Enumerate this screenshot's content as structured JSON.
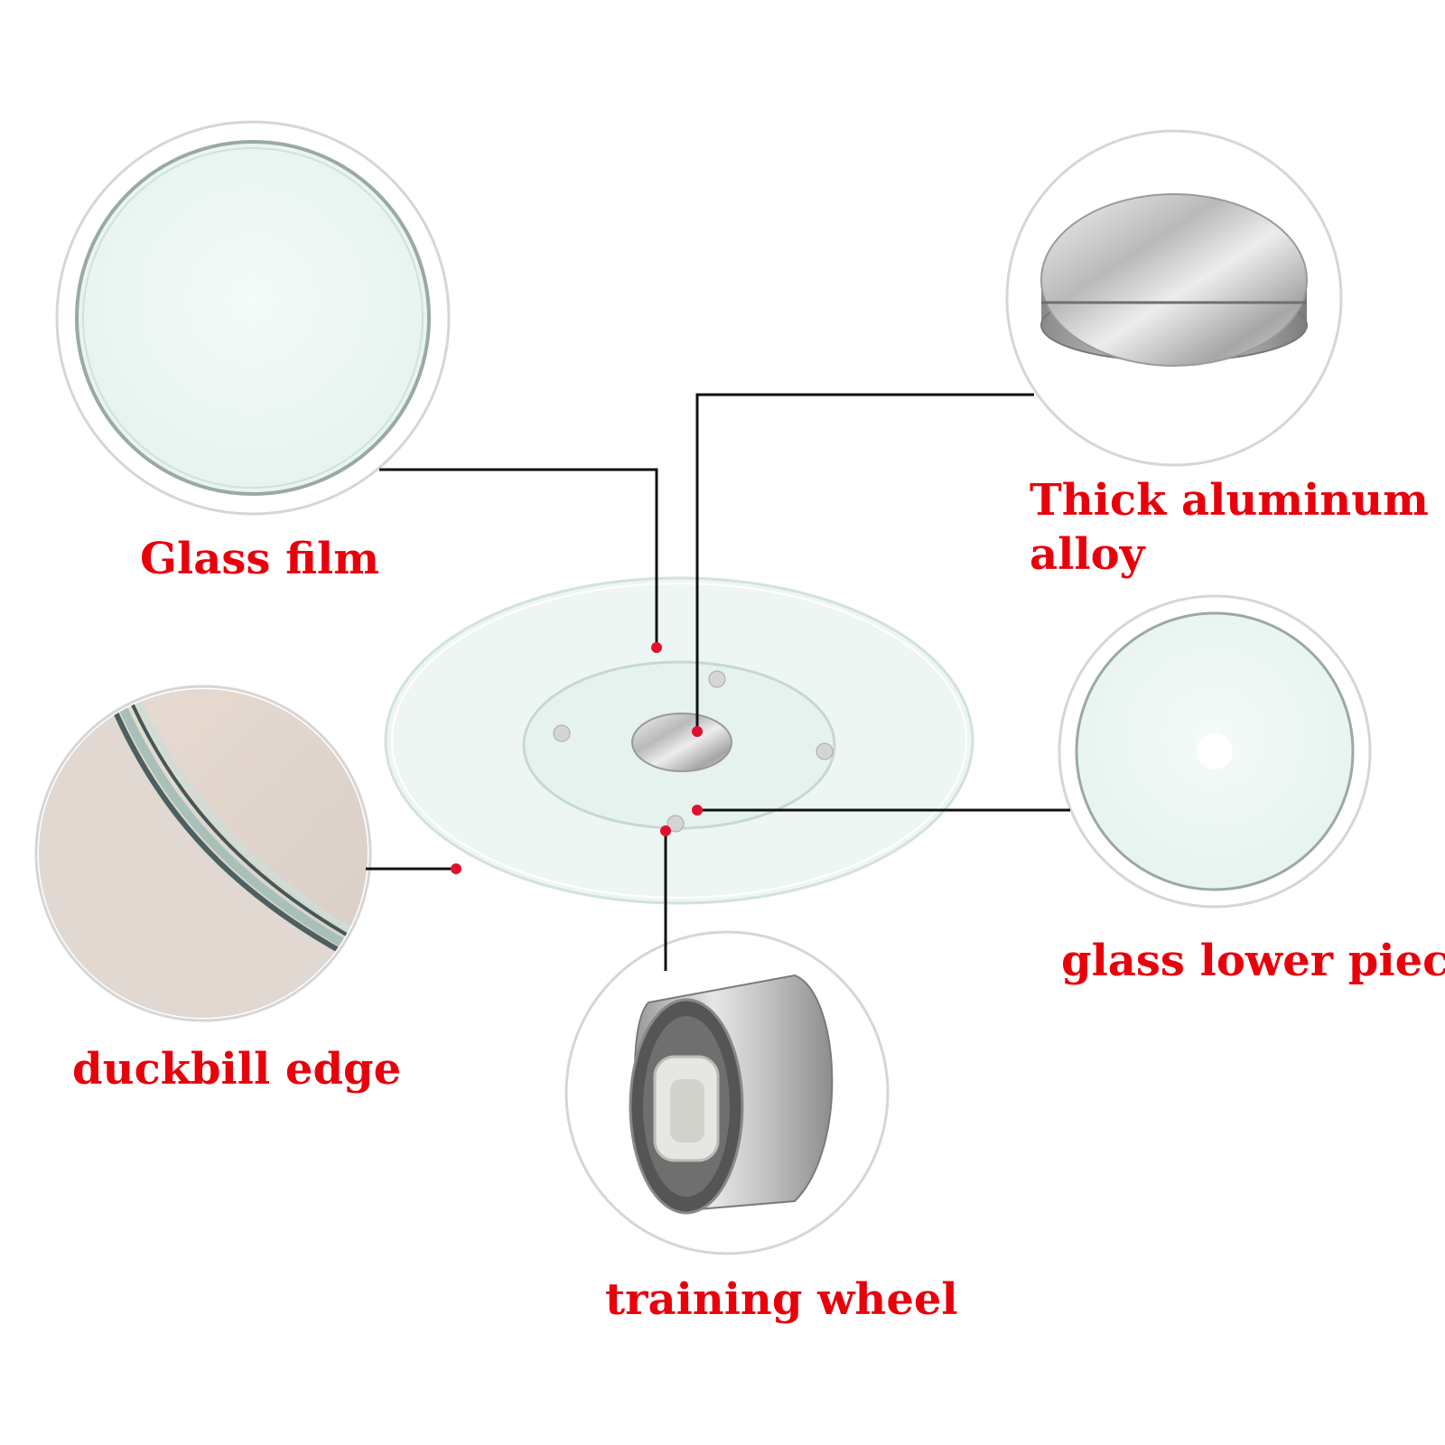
{
  "labels": {
    "glass_film": "Glass film",
    "aluminum_line1": "Thick aluminum",
    "aluminum_line2": "alloy",
    "glass_lower_piece": "glass lower piece",
    "duckbill_edge": "duckbill edge",
    "training_wheel": "training wheel"
  },
  "colors": {
    "label_text": "#e8000b",
    "marker_dot": "#e0102e",
    "leader_line": "#111111",
    "callout_ring": "#d9d9d9"
  },
  "icons": [
    "glass-disc-icon",
    "aluminum-disc-icon",
    "glass-ring-icon",
    "glass-edge-icon",
    "wheel-icon",
    "turntable-icon"
  ]
}
